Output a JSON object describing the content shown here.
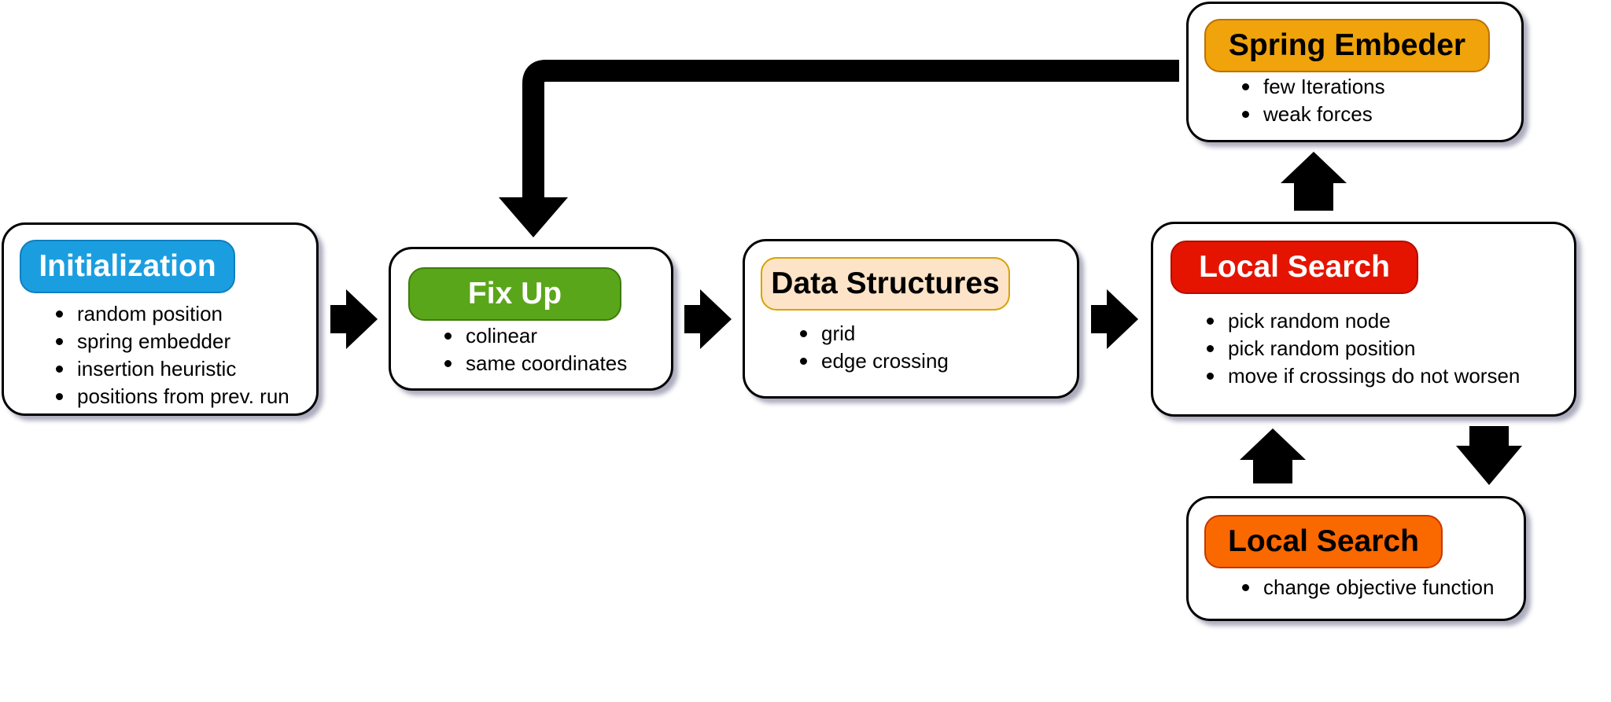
{
  "colors": {
    "initialization": "#1b9ee0",
    "fix_up": "#5aa61a",
    "data_structures": "#fde4c8",
    "spring_embeder": "#f0a30a",
    "local_search_main": "#e51400",
    "local_search_alt": "#fa6800"
  },
  "initialization": {
    "title": "Initialization",
    "items": [
      "random position",
      "spring embedder",
      "insertion heuristic",
      "positions from prev. run"
    ]
  },
  "fix_up": {
    "title": "Fix Up",
    "items": [
      "colinear",
      "same coordinates"
    ]
  },
  "data_structures": {
    "title": "Data Structures",
    "items": [
      "grid",
      "edge crossing"
    ]
  },
  "local_search_main": {
    "title": "Local Search",
    "items": [
      "pick random node",
      "pick random position",
      "move if crossings do not worsen"
    ]
  },
  "spring_embeder": {
    "title": "Spring Embeder",
    "items": [
      "few Iterations",
      "weak forces"
    ]
  },
  "local_search_alt": {
    "title": "Local Search",
    "items": [
      "change objective function"
    ]
  }
}
